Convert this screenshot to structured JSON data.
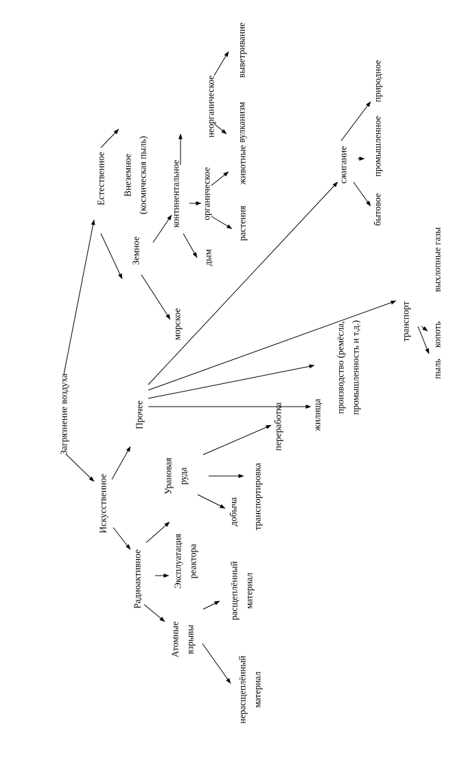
{
  "diagram": {
    "nodes": {
      "root": [
        "Загрязнение воздуха"
      ],
      "natural": [
        "Естественное"
      ],
      "extraterrestrial": [
        "Внеземное",
        "(космическая пыль)"
      ],
      "terrestrial": [
        "Земное"
      ],
      "marine": [
        "морское"
      ],
      "continental": [
        "континентальное"
      ],
      "smoke": [
        "дым"
      ],
      "organic": [
        "органическое"
      ],
      "plants": [
        "растения"
      ],
      "animals": [
        "животные"
      ],
      "inorganic": [
        "неорганическое"
      ],
      "volcanism": [
        "вулканизм"
      ],
      "weathering": [
        "выветривание"
      ],
      "artificial": [
        "Искусственное"
      ],
      "radioactive": [
        "Радиоактивное"
      ],
      "atomic": [
        "Атомные",
        "взрывы"
      ],
      "nonfissile": [
        "нерасщеплённый",
        "материал"
      ],
      "fissile": [
        "расщеплённый",
        "материал"
      ],
      "reactor": [
        "Эксплуатация",
        "реактора"
      ],
      "uranium": [
        "Урановая",
        "руда"
      ],
      "mining": [
        "добыча"
      ],
      "transportation": [
        "транспортировка"
      ],
      "processing": [
        "переработка"
      ],
      "other": [
        "Прочее"
      ],
      "dwellings": [
        "жилища"
      ],
      "production": [
        "производство (ремёсла,",
        "промышленность и т.д.)"
      ],
      "transport": [
        "транспорт"
      ],
      "dust": [
        "пыль"
      ],
      "soot": [
        "копоть"
      ],
      "exhaust": [
        "выхлопные газы"
      ],
      "combustion": [
        "сжигание"
      ],
      "household": [
        "бытовое"
      ],
      "industrial": [
        "промышленное"
      ],
      "natural_burn": [
        "природное"
      ]
    }
  }
}
